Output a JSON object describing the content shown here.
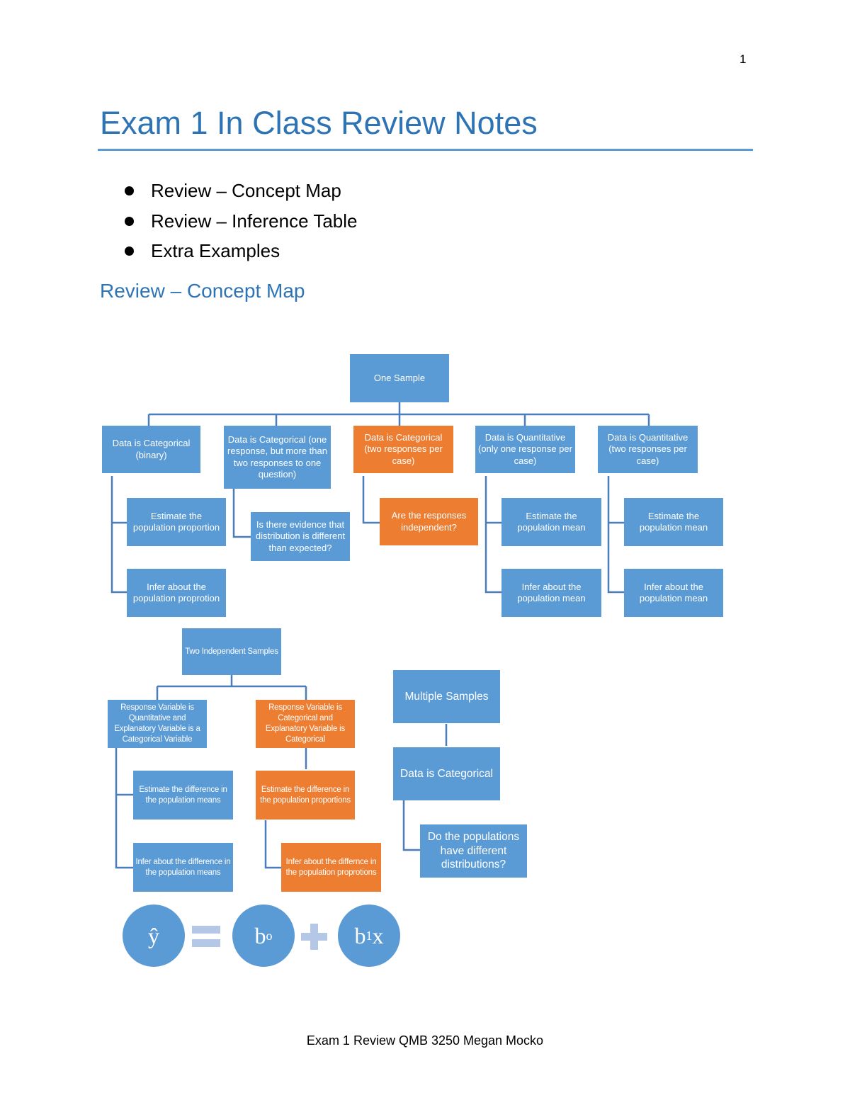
{
  "page_number": "1",
  "title": "Exam 1 In Class Review Notes",
  "bullets": [
    "Review – Concept Map",
    "Review – Inference Table",
    "Extra Examples"
  ],
  "section_heading": "Review – Concept Map",
  "colors": {
    "blue": "#5b9bd5",
    "orange": "#ed7d31",
    "heading": "#2e74b5"
  },
  "one_sample": {
    "root": "One Sample",
    "cat_binary": {
      "line1": "Data is Categorical",
      "line2": "(binary)"
    },
    "cat_multi": "Data is Categorical (one response, but more than two responses to one question)",
    "cat_two": {
      "line1": "Data is Categorical",
      "line2": "(two responses per case)"
    },
    "quant_one": {
      "line1": "Data is Quantitative",
      "line2": "(only one response per case)"
    },
    "quant_two": {
      "line1": "Data is Quantitative",
      "line2": "(two responses per case)"
    },
    "estimate_proportion": "Estimate the population proportion",
    "infer_proportion": "Infer about the population proprotion",
    "evidence_distribution": "Is there evidence that distribution is different than expected?",
    "responses_independent": "Are the responses independent?",
    "estimate_mean_1": "Estimate the population mean",
    "infer_mean_1": "Infer about the population mean",
    "estimate_mean_2": "Estimate the population mean",
    "infer_mean_2": "Infer about the population mean"
  },
  "two_samples": {
    "root": "Two Independent Samples",
    "quant_response": "Response Variable is Quantitative and Explanatory Variable is a Categorical Variable",
    "cat_response": "Response Variable is Categorical and Explanatory Variable is Categorical",
    "estimate_diff_means": "Estimate the difference in the population means",
    "infer_diff_means": "Infer about the difference in the population means",
    "estimate_diff_props": "Estimate the difference in the population proportions",
    "infer_diff_props": "Infer about the differnce in the population proprotions"
  },
  "multiple_samples": {
    "root": "Multiple Samples",
    "data_cat": "Data is Categorical",
    "question": "Do the populations have different distributions?"
  },
  "equation": {
    "yhat": "ŷ",
    "b0": "b",
    "b0_sub": "o",
    "b1": "b",
    "b1_sub": "1",
    "x": "x"
  },
  "footer": "Exam 1 Review QMB 3250 Megan Mocko"
}
